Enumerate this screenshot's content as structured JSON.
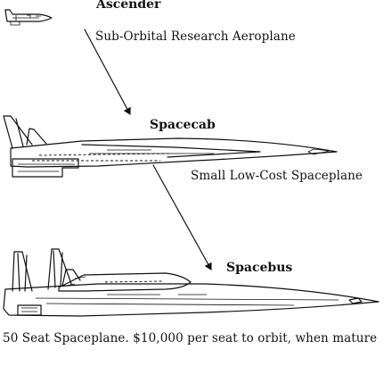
{
  "stages": [
    {
      "name": "Ascender",
      "description": "Sub-Orbital Research Aeroplane"
    },
    {
      "name": "Spacecab",
      "description": "Small Low-Cost Spaceplane"
    },
    {
      "name": "Spacebus",
      "description": "50 Seat Spaceplane. $10,000 per seat to orbit, when mature"
    }
  ]
}
